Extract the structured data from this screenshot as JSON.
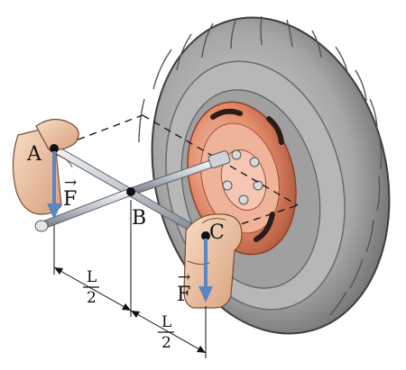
{
  "figure": {
    "points": {
      "a": "A",
      "b": "B",
      "c": "C"
    },
    "forces": {
      "left": {
        "symbol": "F",
        "vector_mark": "→"
      },
      "right": {
        "symbol": "F",
        "vector_mark": "→"
      }
    },
    "dimensions": {
      "first": {
        "numerator": "L",
        "denominator": "2"
      },
      "second": {
        "numerator": "L",
        "denominator": "2"
      }
    }
  },
  "colors": {
    "force_arrow": "#5b86c6",
    "tire": "#9a9a9a",
    "hub": "#e0876a",
    "skin": "#f2c9a8",
    "wrench": "#c8ccd2"
  }
}
